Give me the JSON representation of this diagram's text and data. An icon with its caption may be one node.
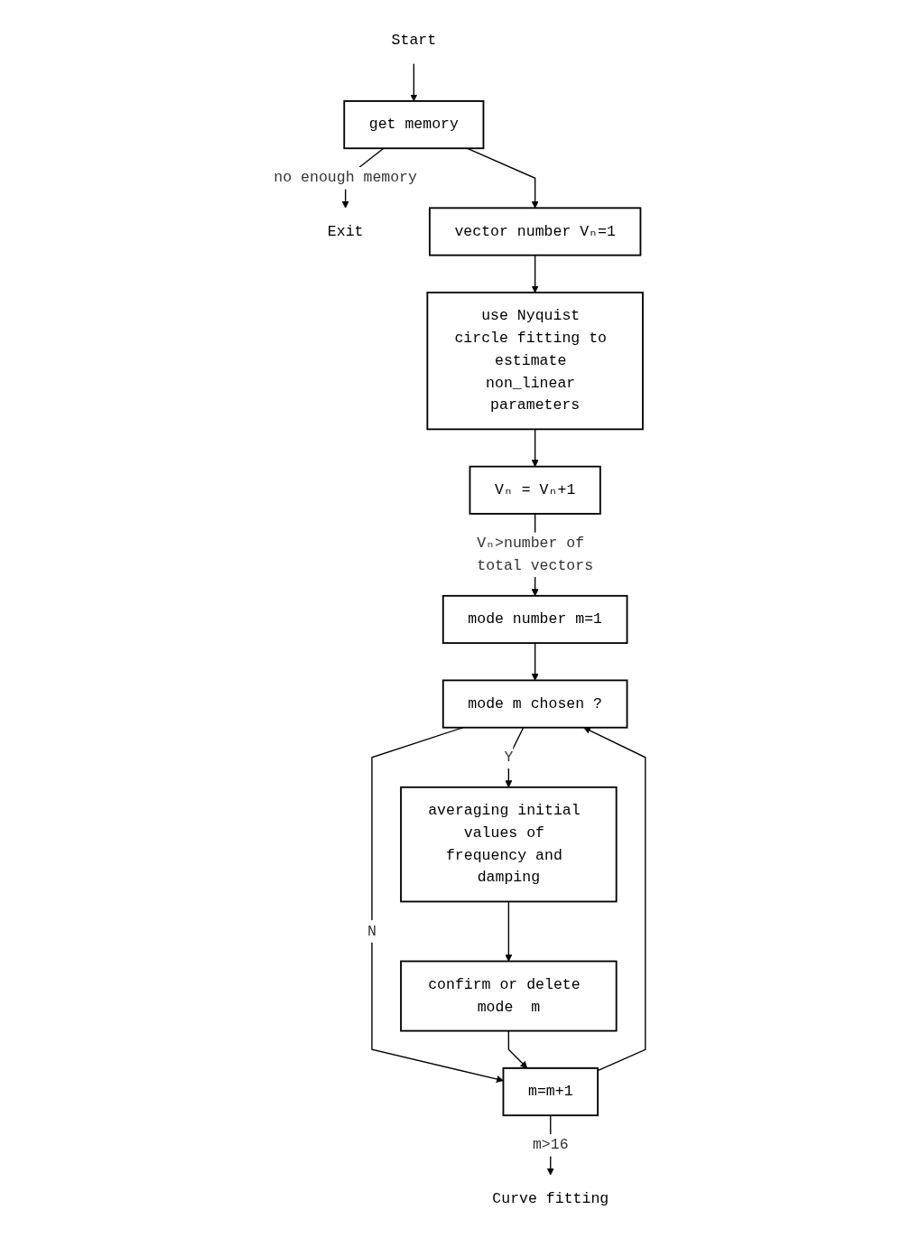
{
  "diagram": {
    "nodes": [
      {
        "text": [
          "Start"
        ]
      },
      {
        "text": [
          "Exit"
        ]
      },
      {
        "text": [
          "get memory"
        ]
      },
      {
        "text": [
          "vector number Vₙ=1"
        ]
      },
      {
        "text": [
          "use Nyquist circle fitting to estimate non_linear parameters"
        ]
      },
      {
        "text": [
          "Vₙ = Vₙ+1"
        ]
      },
      {
        "text": [
          "mode number m=1"
        ]
      },
      {
        "text": [
          "mode m chosen ?"
        ]
      },
      {
        "text": [
          "averaging initial values of frequency and damping"
        ]
      },
      {
        "text": [
          "confirm or delete mode  m"
        ]
      },
      {
        "text": [
          "m=m+1"
        ]
      },
      {
        "text": [
          "Curve fitting"
        ]
      }
    ],
    "edges": [
      {
        "from": 0,
        "to": 2,
        "arrow": "to"
      },
      {
        "from": 2,
        "to": 1,
        "arrow": "to",
        "label": "no enough memory"
      },
      {
        "from": 2,
        "to": 3,
        "arrow": "to"
      },
      {
        "from": 3,
        "to": 4,
        "arrow": "to"
      },
      {
        "from": 4,
        "to": 5,
        "arrow": "to"
      },
      {
        "from": 5,
        "to": 6,
        "arrow": "to",
        "label": "Vₙ>number of total vectors"
      },
      {
        "from": 6,
        "to": 7,
        "arrow": "to"
      },
      {
        "from": 7,
        "to": 8,
        "arrow": "to",
        "label": "Y"
      },
      {
        "from": 7,
        "to": 10,
        "arrow": "to",
        "label": "N"
      },
      {
        "from": 8,
        "to": 9,
        "arrow": "to"
      },
      {
        "from": 9,
        "to": 10,
        "arrow": "to"
      },
      {
        "from": 10,
        "to": 7,
        "arrow": "to"
      },
      {
        "from": 10,
        "to": 11,
        "arrow": "to",
        "label": "m>16"
      }
    ]
  }
}
